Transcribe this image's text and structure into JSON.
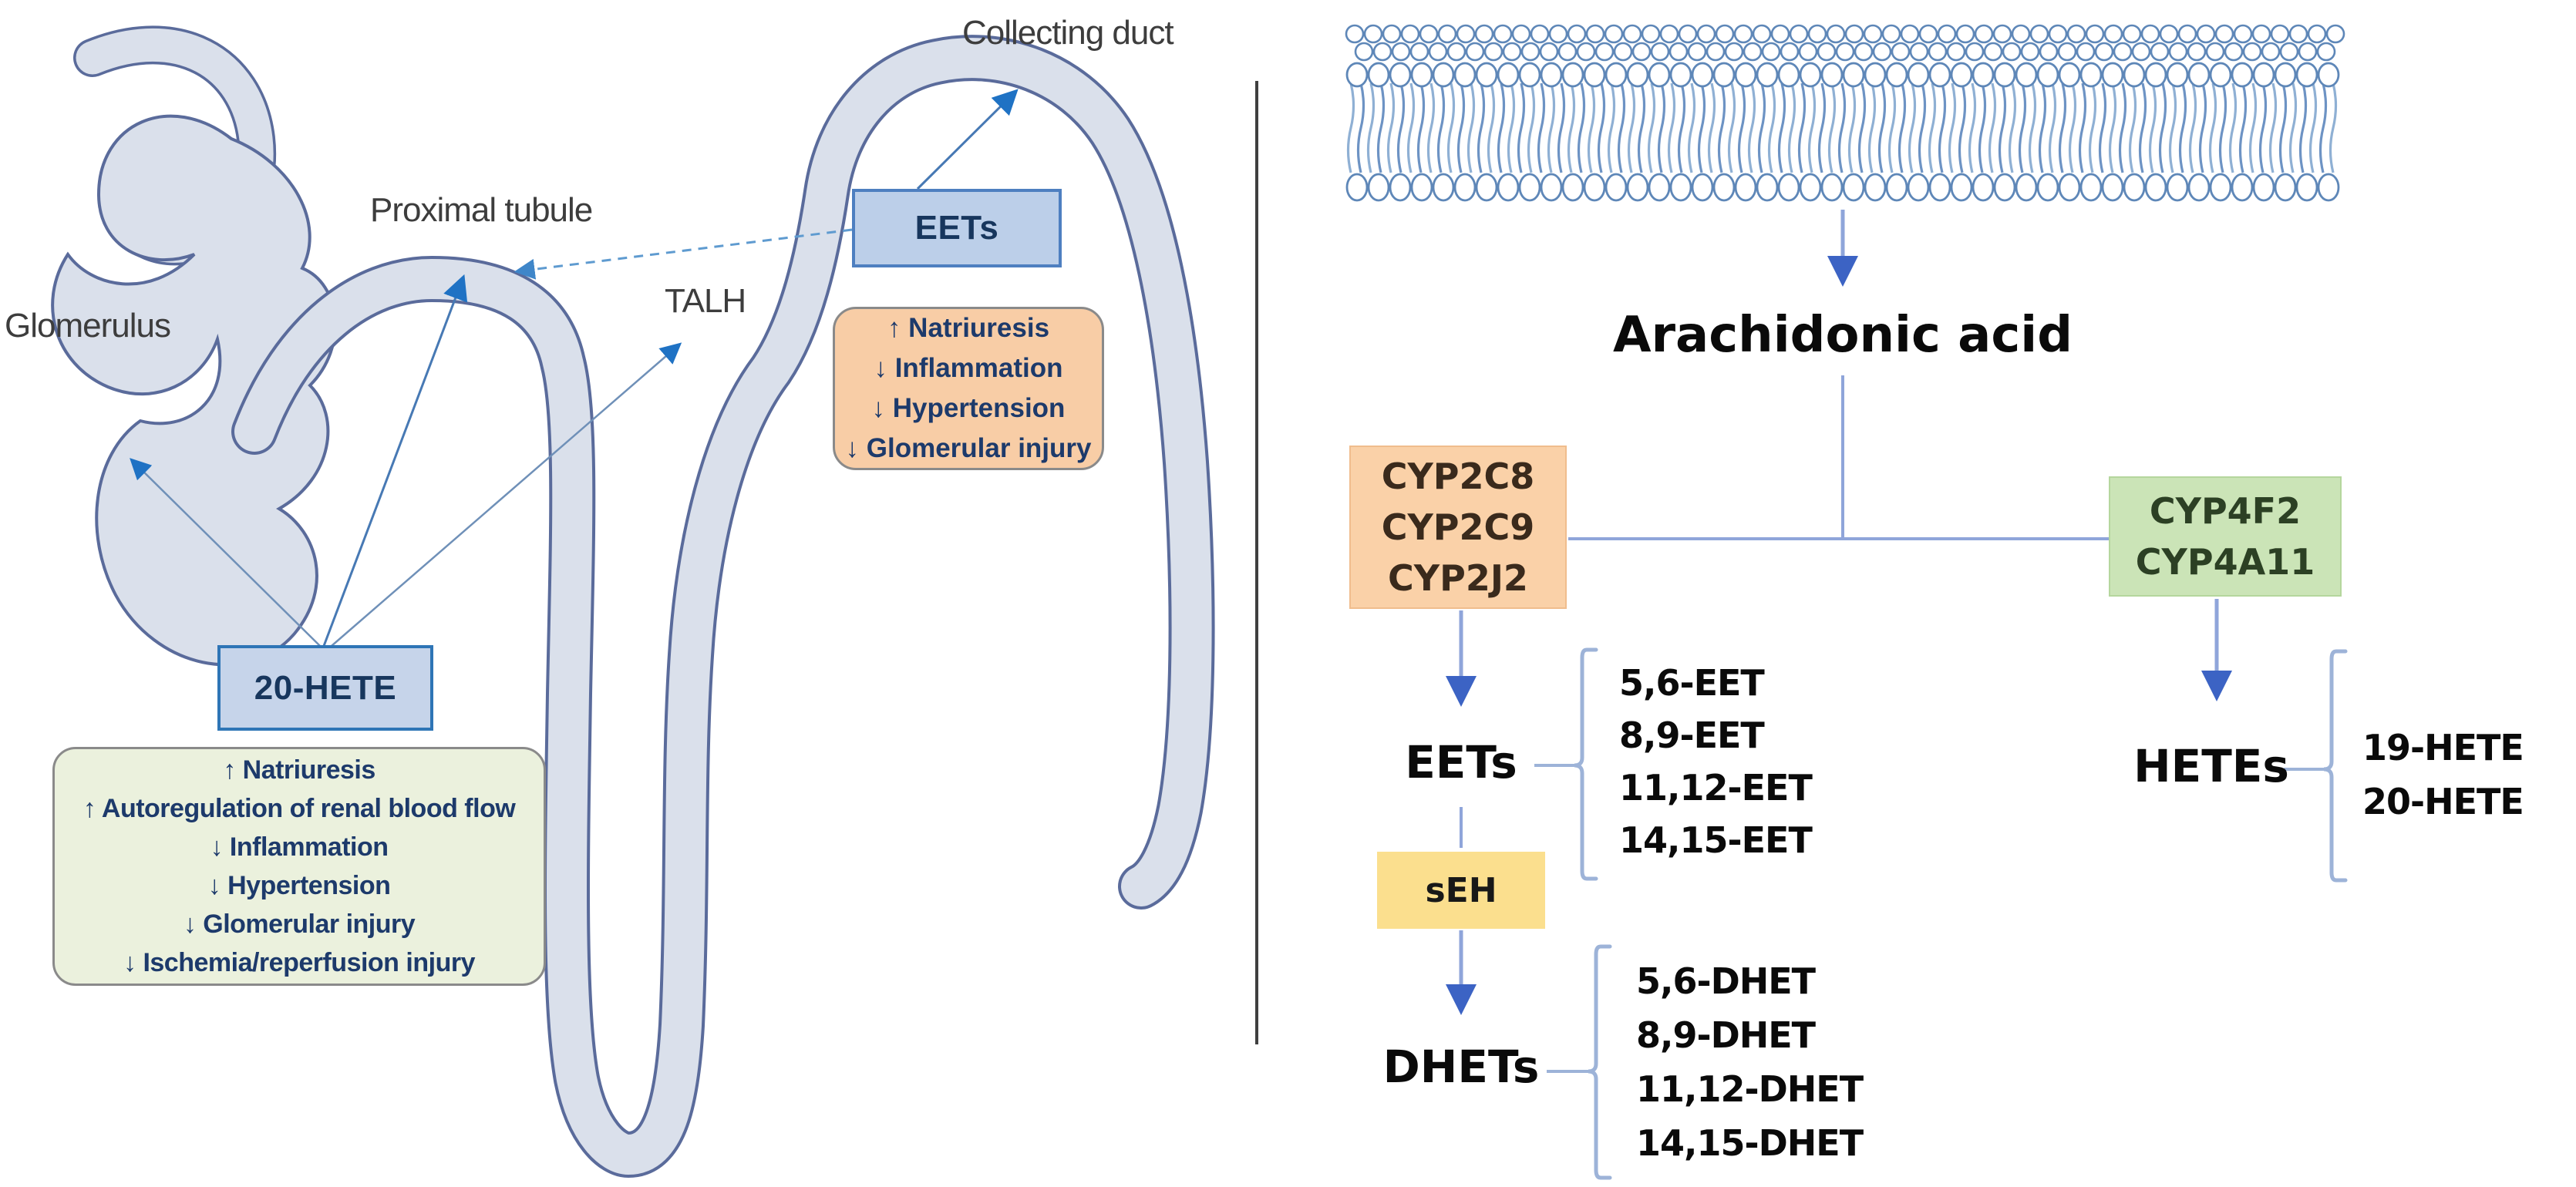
{
  "figure": {
    "left_panel": {
      "anatomy_labels": {
        "glomerulus": "Glomerulus",
        "proximal_tubule": "Proximal tubule",
        "talh": "TALH",
        "collecting_duct": "Collecting duct"
      },
      "eets_box_label": "EETs",
      "eets_effects": [
        "↑ Natriuresis",
        "↓ Inflammation",
        "↓ Hypertension",
        "↓ Glomerular injury"
      ],
      "hete_box_label": "20-HETE",
      "hete_effects": [
        "↑ Natriuresis",
        "↑ Autoregulation of renal blood flow",
        "↓ Inflammation",
        "↓ Hypertension",
        "↓ Glomerular injury",
        "↓ Ischemia/reperfusion injury"
      ]
    },
    "right_panel": {
      "membrane": "lipid-bilayer",
      "substrate_label": "Arachidonic acid",
      "epoxygenase_enzymes": [
        "CYP2C8",
        "CYP2C9",
        "CYP2J2"
      ],
      "hydroxylase_enzymes": [
        "CYP4F2",
        "CYP4A11"
      ],
      "eets_label": "EETs",
      "eet_metabolites": [
        "5,6-EET",
        "8,9-EET",
        "11,12-EET",
        "14,15-EET"
      ],
      "seh_label": "sEH",
      "dhets_label": "DHETs",
      "dhet_metabolites": [
        "5,6-DHET",
        "8,9-DHET",
        "11,12-DHET",
        "14,15-DHET"
      ],
      "hetes_label": "HETEs",
      "hete_metabolites": [
        "19-HETE",
        "20-HETE"
      ]
    },
    "colors": {
      "nephron_fill": "#dae0eb",
      "nephron_stroke": "#5a6b9b",
      "blue_box_fill": "#bccfe9",
      "blue_box_border": "#2e75b6",
      "orange_effects_fill": "#f8cda6",
      "green_effects_fill": "#ebf1dd",
      "peach_enzyme_fill": "#fad1a8",
      "green_enzyme_fill": "#cbe4b7",
      "yellow_seh_fill": "#fbdf8e",
      "connector_blue": "#8fa5da",
      "arrowhead_blue": "#3c63c4",
      "navy_text": "#1d3a6b"
    }
  }
}
